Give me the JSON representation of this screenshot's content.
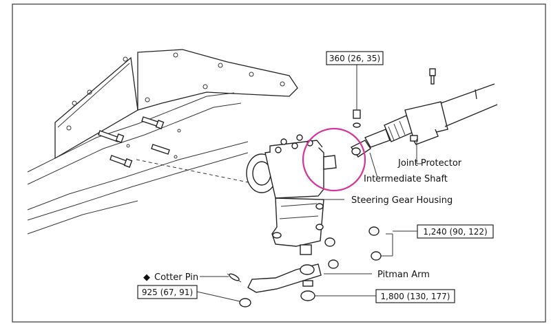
{
  "labels": {
    "joint_protector": "Joint Protector",
    "intermediate_shaft": "Intermediate Shaft",
    "steering_gear_housing": "Steering Gear Housing",
    "pitman_arm": "Pitman Arm",
    "cotter_pin": "Cotter Pin"
  },
  "torque_specs": {
    "top_bolt": "360 (26, 35)",
    "mount_nuts": "1,240 (90, 122)",
    "pitman_nut": "1,800 (130, 177)",
    "castle_nut": "925 (67, 91)"
  },
  "symbols": {
    "non_reusable": "◆"
  },
  "colors": {
    "highlight_circle": "#d6339a",
    "line": "#222222"
  }
}
